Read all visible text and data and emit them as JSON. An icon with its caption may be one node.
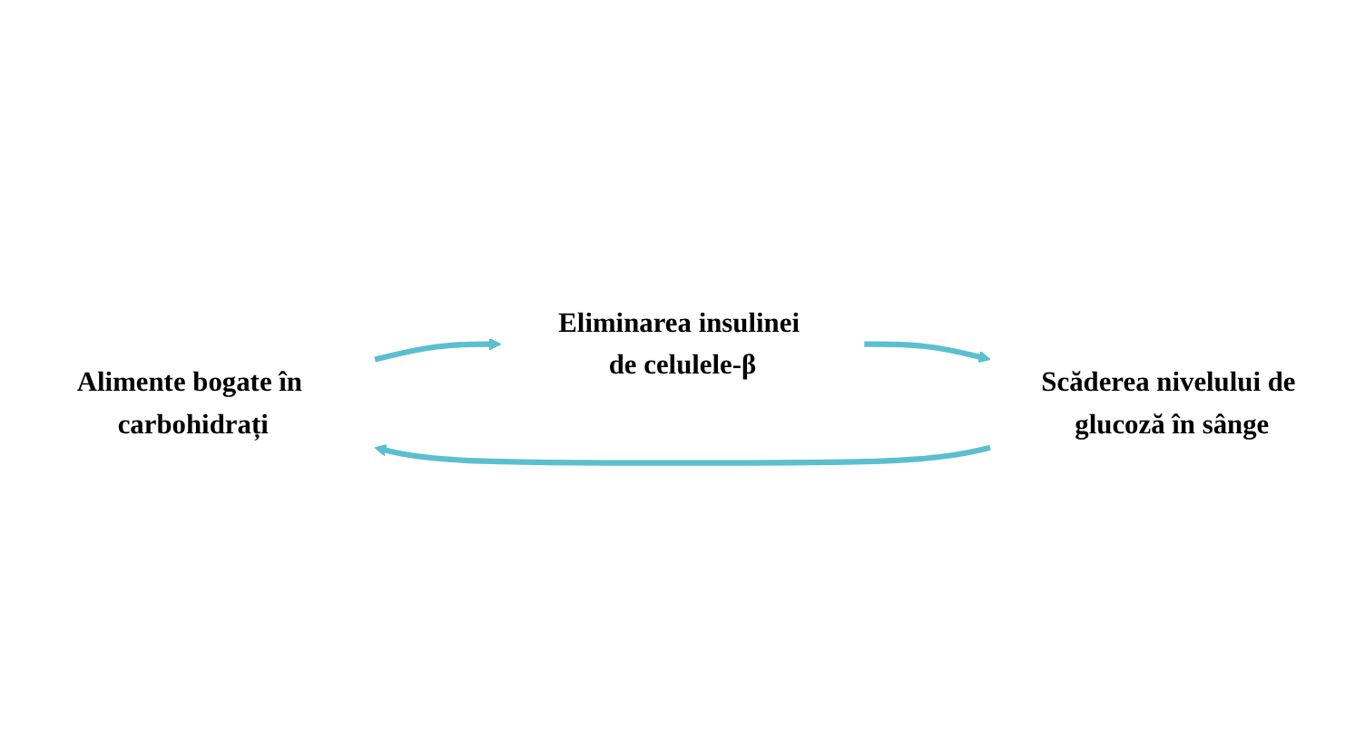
{
  "diagram": {
    "nodes": [
      {
        "text": [
          "Alimente bogate în carbohidrați"
        ]
      },
      {
        "text": [
          "Eliminarea insulinei de celulele-β"
        ]
      },
      {
        "text": [
          "Scăderea nivelului de glucoză în sânge"
        ]
      }
    ],
    "edges": [
      {
        "from": 0,
        "to": 1,
        "arrow": "to"
      },
      {
        "from": 1,
        "to": 2,
        "arrow": "to"
      },
      {
        "from": 2,
        "to": 0,
        "arrow": "to"
      }
    ]
  }
}
